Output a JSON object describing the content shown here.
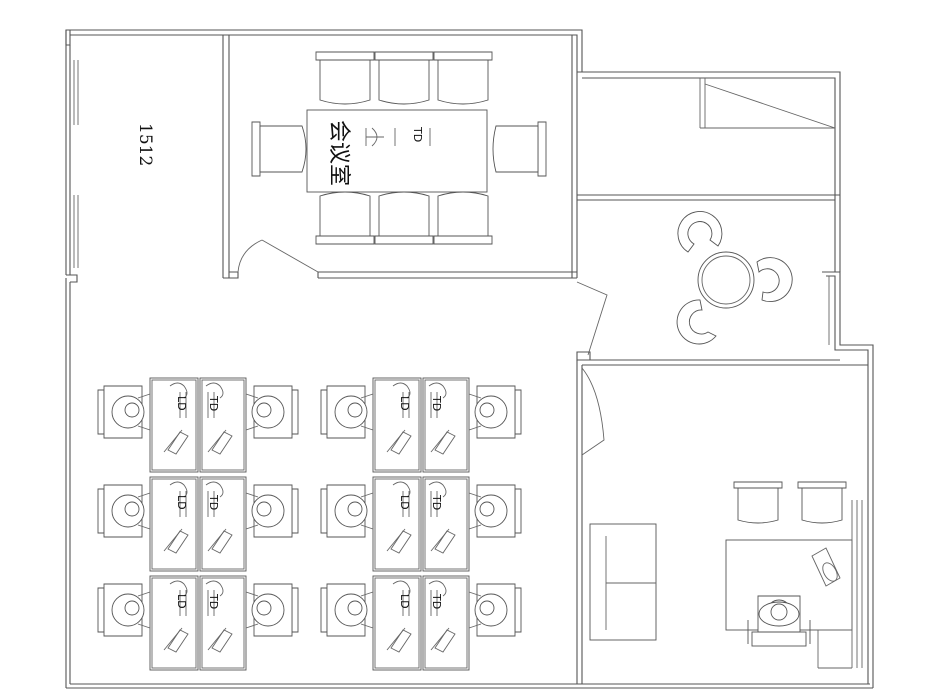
{
  "labels": {
    "room_number": "1512",
    "meeting_room": "会议室",
    "td_tag": "TD",
    "ld_tag": "LD"
  },
  "colors": {
    "line": "#555555",
    "background": "#ffffff",
    "text": "#111111"
  }
}
